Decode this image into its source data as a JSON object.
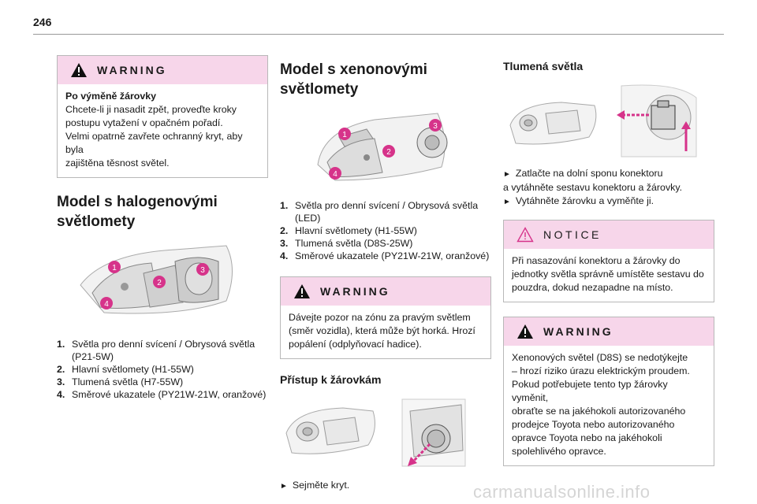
{
  "page": {
    "number": "246",
    "footer": "carmanualsonline.info"
  },
  "col1": {
    "warning": {
      "label": "WARNING",
      "lines": [
        "Po výměně žárovky",
        "Chcete-li ji nasadit zpět, proveďte kroky",
        "postupu vytažení v opačném pořadí.",
        "Velmi opatrně zavřete ochranný kryt, aby byla",
        "zajištěna těsnost světel."
      ]
    },
    "heading": [
      "Model s halogenovými",
      "světlomety"
    ],
    "list": [
      {
        "num": "1.",
        "lines": [
          "Světla pro denní svícení / Obrysová světla",
          "(P21-5W)"
        ]
      },
      {
        "num": "2.",
        "lines": [
          "Hlavní světlomety (H1-55W)"
        ]
      },
      {
        "num": "3.",
        "lines": [
          "Tlumená světla (H7-55W)"
        ]
      },
      {
        "num": "4.",
        "lines": [
          "Směrové ukazatele (PY21W-21W, oranžové)"
        ]
      }
    ]
  },
  "col2": {
    "heading": [
      "Model s xenonovými",
      "světlomety"
    ],
    "list": [
      {
        "num": "1.",
        "lines": [
          "Světla pro denní svícení / Obrysová světla",
          "(LED)"
        ]
      },
      {
        "num": "2.",
        "lines": [
          "Hlavní světlomety (H1-55W)"
        ]
      },
      {
        "num": "3.",
        "lines": [
          "Tlumená světla (D8S-25W)"
        ]
      },
      {
        "num": "4.",
        "lines": [
          "Směrové ukazatele (PY21W-21W, oranžové)"
        ]
      }
    ],
    "warning": {
      "label": "WARNING",
      "lines": [
        "Dávejte pozor na zónu za pravým světlem",
        "(směr vozidla), která může být horká. Hrozí",
        "popálení (odplyňovací hadice)."
      ]
    },
    "access_heading": "Přístup k žárovkám",
    "step": "Sejměte kryt.",
    "bullet": "►"
  },
  "col3": {
    "heading": "Tlumená světla",
    "steps": [
      [
        "Zatlačte na dolní sponu konektoru",
        "a vytáhněte sestavu konektoru a žárovky."
      ],
      [
        "Vytáhněte žárovku a vyměňte ji."
      ]
    ],
    "notice": {
      "label": "NOTICE",
      "lines": [
        "Při nasazování konektoru a žárovky do",
        "jednotky světla správně umístěte sestavu do",
        "pouzdra, dokud nezapadne na místo."
      ]
    },
    "warning": {
      "label": "WARNING",
      "lines": [
        "Xenonových světel (D8S) se nedotýkejte",
        "– hrozí riziko úrazu elektrickým proudem.",
        "Pokud potřebujete tento typ žárovky vyměnit,",
        "obraťte se na jakéhokoli autorizovaného",
        "prodejce Toyota nebo autorizovaného",
        "opravce Toyota nebo na jakéhokoli",
        "spolehlivého opravce."
      ]
    }
  },
  "badges": [
    "1",
    "2",
    "3",
    "4"
  ],
  "colors": {
    "accent": "#d6338a",
    "box_head": "#f7d6ea",
    "border": "#b8b8b8"
  },
  "icons": {
    "warning": "warning-triangle-icon",
    "notice": "notice-triangle-icon",
    "bullet": "arrow-right-icon"
  }
}
